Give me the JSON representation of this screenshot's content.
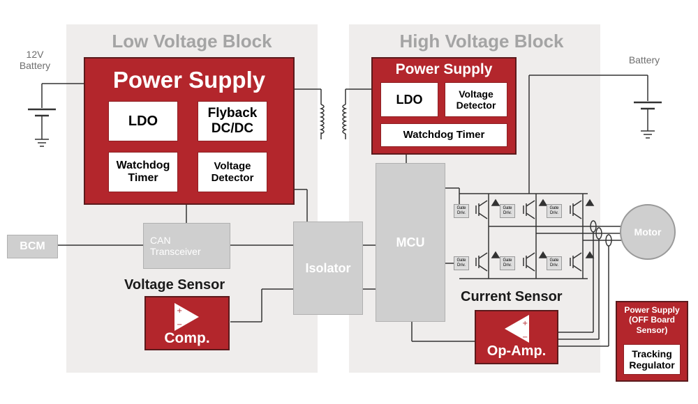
{
  "low_voltage_block": {
    "title": "Low Voltage Block",
    "power_supply": {
      "title": "Power Supply",
      "ldo": "LDO",
      "flyback": "Flyback DC/DC",
      "watchdog": "Watchdog Timer",
      "voltage_detector": "Voltage Detector"
    },
    "can_transceiver": "CAN Transceiver",
    "voltage_sensor_title": "Voltage Sensor",
    "comparator": "Comp.",
    "battery_label": "12V Battery"
  },
  "external": {
    "bcm": "BCM",
    "isolator": "Isolator",
    "motor": "Motor",
    "battery": "Battery"
  },
  "high_voltage_block": {
    "title": "High Voltage Block",
    "power_supply": {
      "title": "Power Supply",
      "ldo": "LDO",
      "voltage_detector": "Voltage Detector",
      "watchdog": "Watchdog Timer"
    },
    "mcu": "MCU",
    "current_sensor_title": "Current Sensor",
    "op_amp": "Op-Amp.",
    "gate_driver": "Gate Driv."
  },
  "off_board": {
    "title": "Power Supply (OFF Board Sensor)",
    "tracking_regulator": "Tracking Regulator"
  },
  "colors": {
    "red": "#b3262c",
    "block_bg": "#efedec",
    "grey_box": "#cfcfcf",
    "title_grey": "#a4a4a4"
  }
}
